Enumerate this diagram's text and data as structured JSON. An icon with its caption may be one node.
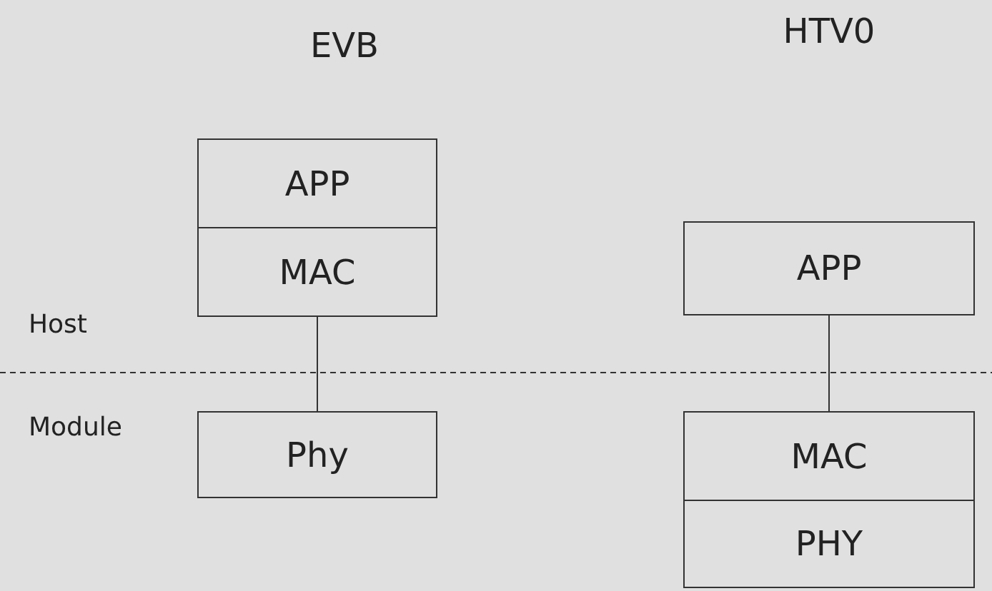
{
  "diagram": {
    "nodes": [
      {
        "text": [
          "APP"
        ]
      },
      {
        "text": [
          "MAC"
        ]
      },
      {
        "text": [
          "Phy"
        ]
      },
      {
        "text": [
          "APP"
        ]
      },
      {
        "text": [
          "MAC"
        ]
      },
      {
        "text": [
          "PHY"
        ]
      }
    ],
    "edges": [
      {
        "from": 1,
        "to": 2,
        "arrow": "none"
      },
      {
        "from": 3,
        "to": 4,
        "arrow": "none"
      }
    ],
    "labels": [
      "EVB",
      "HTV0",
      "Host",
      "Module"
    ]
  }
}
